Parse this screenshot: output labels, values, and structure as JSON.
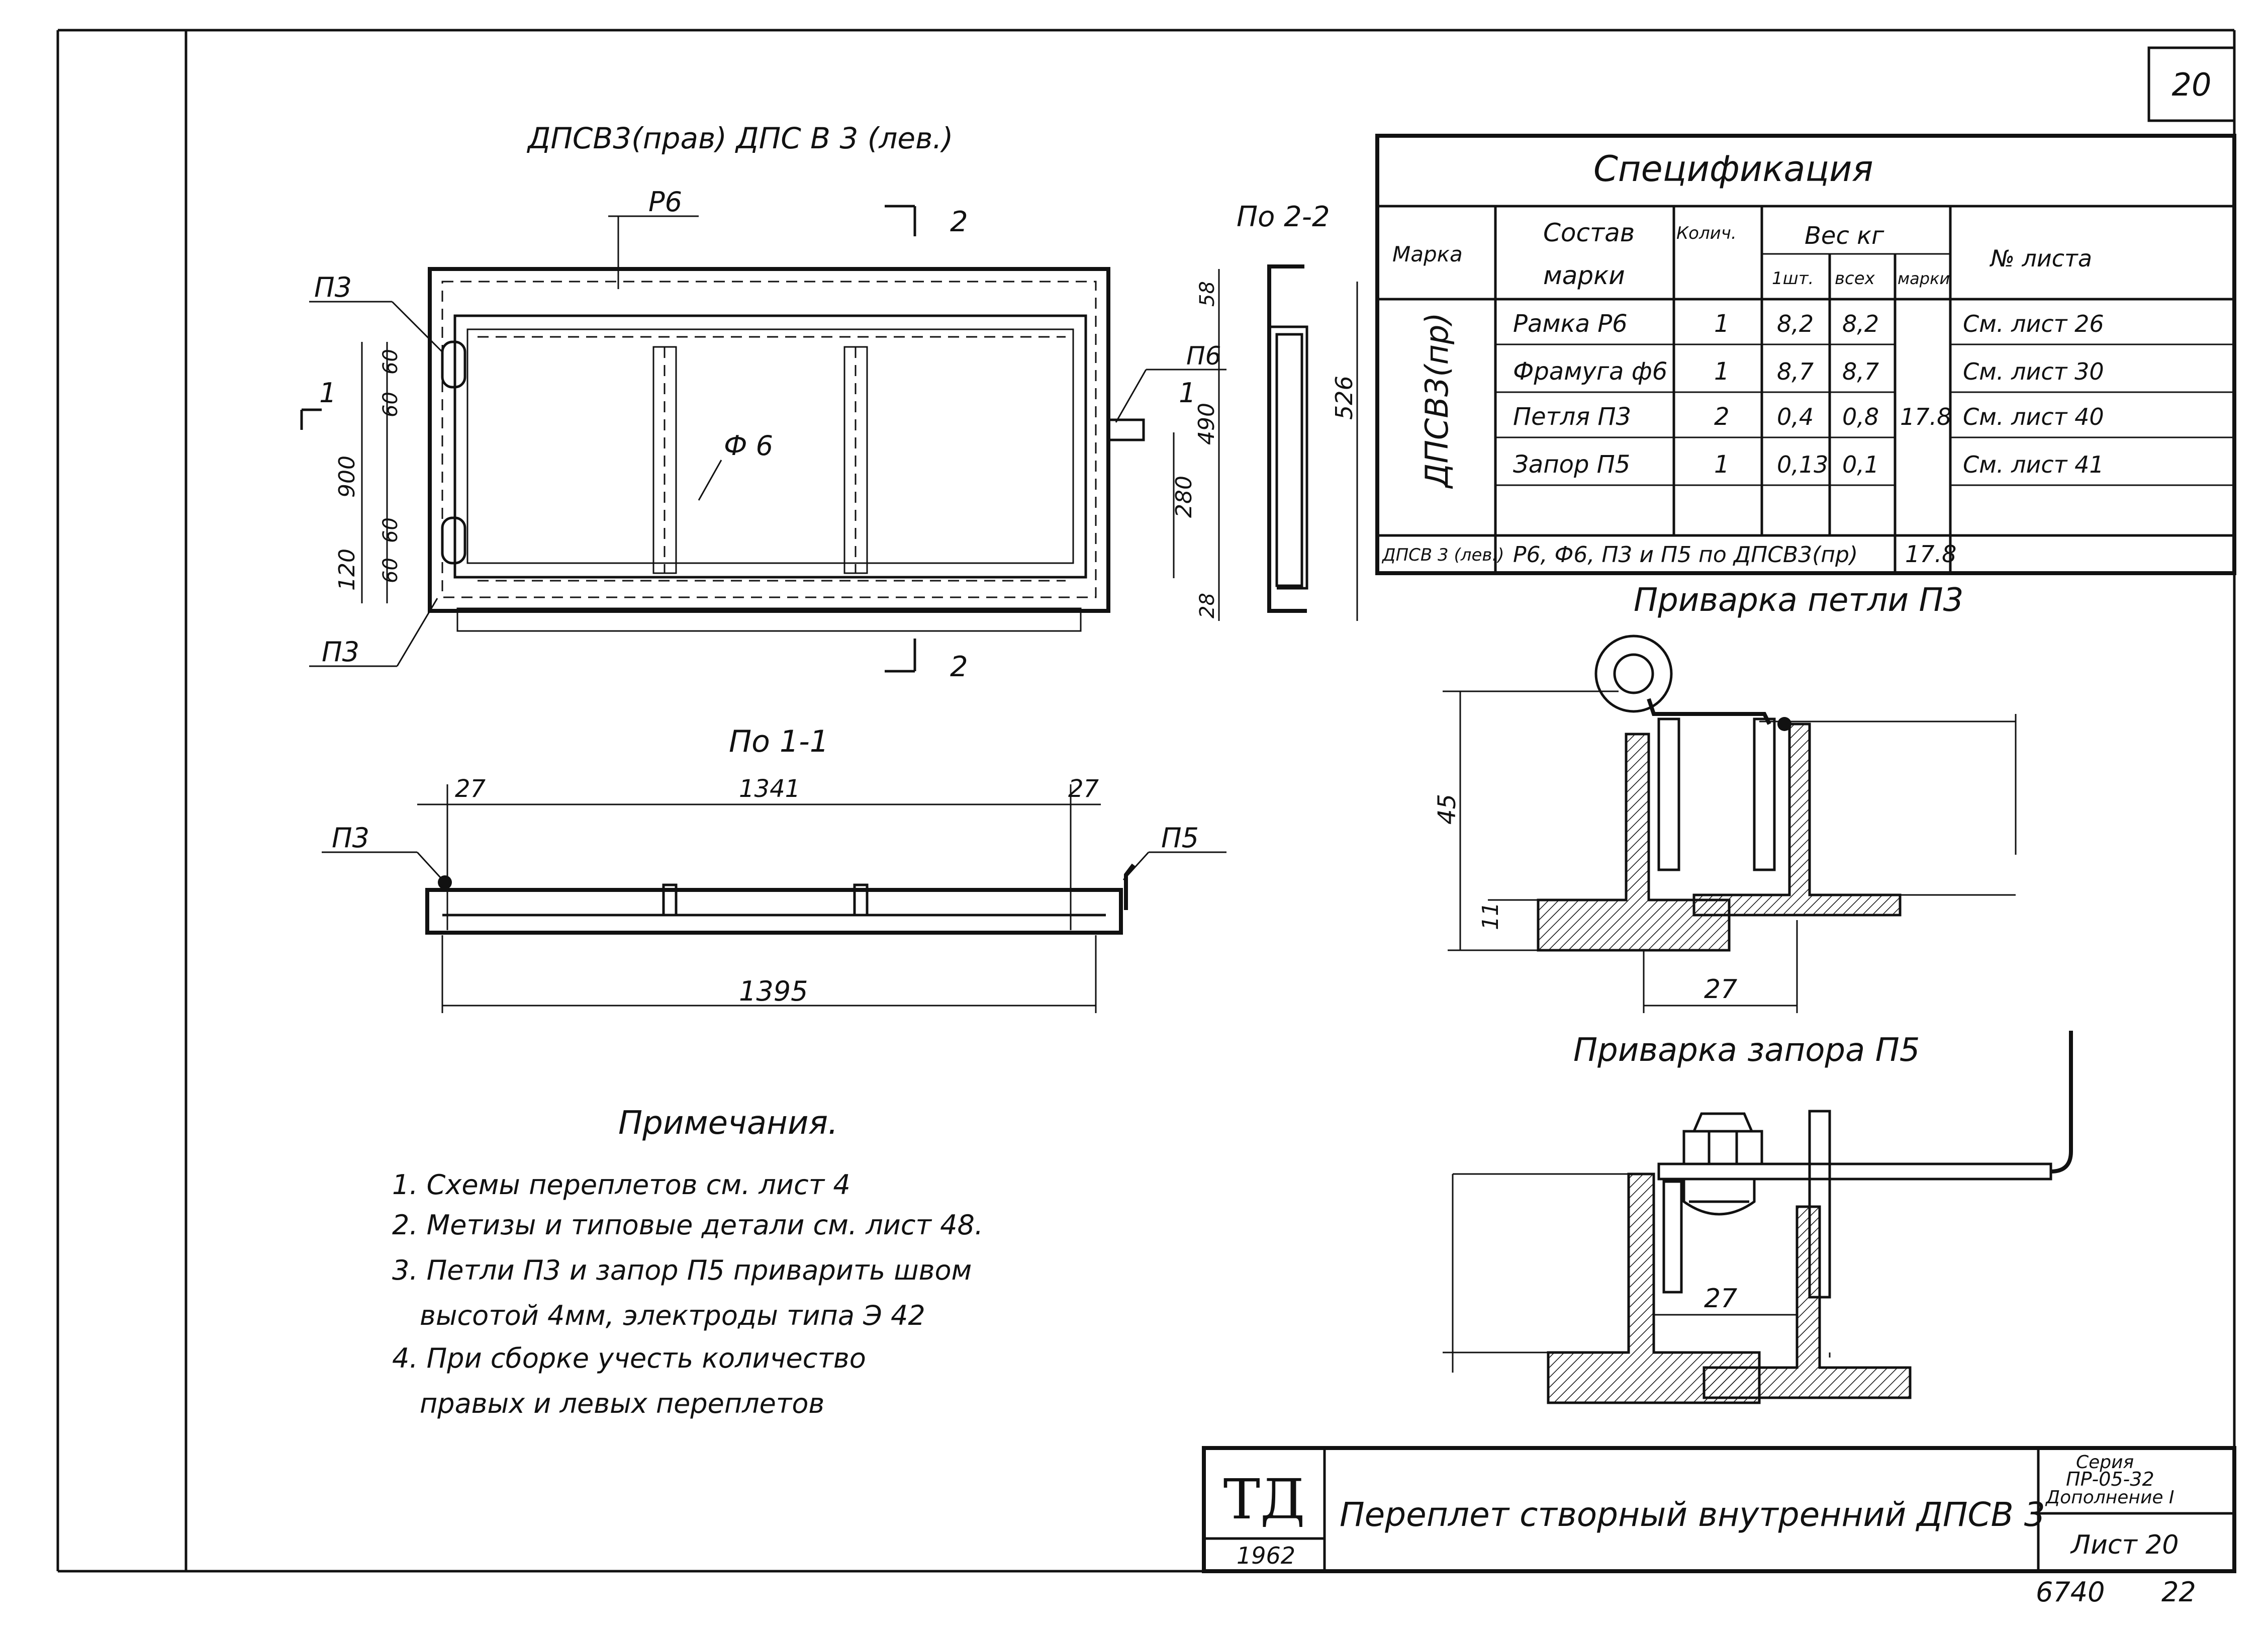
{
  "sheet": {
    "number": "20",
    "code": "6740",
    "page": "22"
  },
  "main_view": {
    "title": "ДПСВ3(прав) ДПС В 3 (лев.)",
    "label_p6": "Р6",
    "label_f6": "Ф 6",
    "label_p3_top": "П3",
    "label_p3_bottom": "П3",
    "label_p6_hinge": "П6",
    "section_1": "1",
    "section_1_right": "1",
    "section_2_top": "2",
    "section_2_bottom": "2",
    "dims": {
      "d60a": "60",
      "d60b": "60",
      "d900": "900",
      "d60c": "60",
      "d60d": "60",
      "d120": "120",
      "d58": "58",
      "d490": "490",
      "d280": "280",
      "d28": "28",
      "d526": "526"
    }
  },
  "view_2_2": {
    "title": "По 2-2"
  },
  "view_1_1": {
    "title": "По 1-1",
    "d27_left": "27",
    "d1341": "1341",
    "d27_right": "27",
    "d1395": "1395",
    "label_p3": "П3",
    "label_p5": "П5"
  },
  "spec": {
    "title": "Спецификация",
    "headers": {
      "mark": "Марка",
      "composition_1": "Состав",
      "composition_2": "марки",
      "qty": "Колич.",
      "weight": "Вес  кг",
      "w_one": "1шт.",
      "w_all": "всех",
      "w_mark": "марки",
      "sheet_no": "№ листа"
    },
    "mark_vertical": "ДПСВ3(пр)",
    "rows": [
      {
        "name": "Рамка Р6",
        "qty": "1",
        "w1": "8,2",
        "wall": "8,2",
        "sheet": "См. лист 26"
      },
      {
        "name": "Фрамуга ф6",
        "qty": "1",
        "w1": "8,7",
        "wall": "8,7",
        "sheet": "См. лист 30"
      },
      {
        "name": "Петля П3",
        "qty": "2",
        "w1": "0,4",
        "wall": "0,8",
        "sheet": "См. лист 40"
      },
      {
        "name": "Запор П5",
        "qty": "1",
        "w1": "0,13",
        "wall": "0,1",
        "sheet": "См. лист 41"
      }
    ],
    "mark_total": "17.8",
    "left_mark": "ДПСВ 3 (лев.)",
    "left_row": "Р6, Ф6, П3 и П5 по ДПСВ3(пр)",
    "left_total": "17.8"
  },
  "detail_p3": {
    "title": "Приварка петли П3",
    "d45": "45",
    "d11": "11",
    "d27": "27"
  },
  "detail_p5": {
    "title": "Приварка запора П5",
    "d27": "27"
  },
  "notes": {
    "title": "Примечания.",
    "items": [
      "1. Схемы переплетов см. лист 4",
      "2. Метизы и типовые детали см. лист 48.",
      "3. Петли П3 и запор П5 приварить швом",
      "высотой 4мм, электроды типа Э 42",
      "4. При сборке учесть количество",
      "правых и левых переплетов"
    ]
  },
  "title_block": {
    "logo": "ТД",
    "year": "1962",
    "title": "Переплет створный внутренний ДПСВ 3",
    "series_1": "Серия",
    "series_2": "ПР-05-32",
    "series_3": "Дополнение I",
    "sheet": "Лист 20"
  }
}
